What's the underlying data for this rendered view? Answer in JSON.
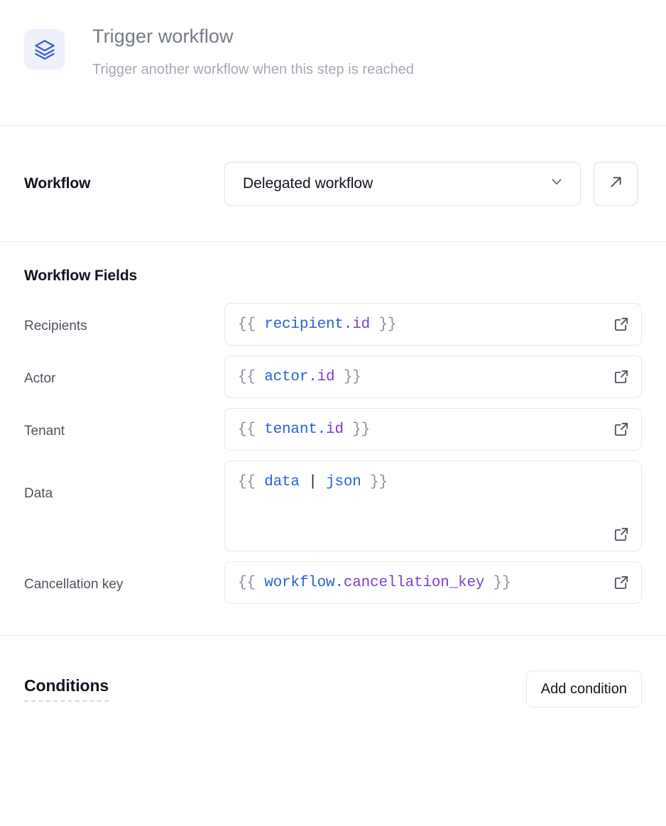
{
  "header": {
    "icon": "layers-icon",
    "icon_color": "#3b5bd4",
    "icon_bg": "#eef1fb",
    "title": "Trigger workflow",
    "subtitle": "Trigger another workflow when this step is reached"
  },
  "workflow_section": {
    "label": "Workflow",
    "select": {
      "value": "Delegated workflow",
      "chevron_icon": "chevron-down-icon"
    },
    "open_button_icon": "arrow-up-right-icon"
  },
  "fields_section": {
    "heading": "Workflow Fields",
    "fields": [
      {
        "label": "Recipients",
        "multiline": false,
        "expand_icon": "external-link-icon",
        "value": "{{ recipient.id }}",
        "tokens": [
          {
            "text": "{{ ",
            "kind": "brace"
          },
          {
            "text": "recipient",
            "kind": "var"
          },
          {
            "text": ".",
            "kind": "dot"
          },
          {
            "text": "id",
            "kind": "prop"
          },
          {
            "text": " }}",
            "kind": "brace"
          }
        ]
      },
      {
        "label": "Actor",
        "multiline": false,
        "expand_icon": "external-link-icon",
        "value": "{{ actor.id }}",
        "tokens": [
          {
            "text": "{{ ",
            "kind": "brace"
          },
          {
            "text": "actor",
            "kind": "var"
          },
          {
            "text": ".",
            "kind": "dot"
          },
          {
            "text": "id",
            "kind": "prop"
          },
          {
            "text": " }}",
            "kind": "brace"
          }
        ]
      },
      {
        "label": "Tenant",
        "multiline": false,
        "expand_icon": "external-link-icon",
        "value": "{{ tenant.id }}",
        "tokens": [
          {
            "text": "{{ ",
            "kind": "brace"
          },
          {
            "text": "tenant",
            "kind": "var"
          },
          {
            "text": ".",
            "kind": "dot"
          },
          {
            "text": "id",
            "kind": "prop"
          },
          {
            "text": " }}",
            "kind": "brace"
          }
        ]
      },
      {
        "label": "Data",
        "multiline": true,
        "expand_icon": "external-link-icon",
        "value": "{{ data | json }}",
        "tokens": [
          {
            "text": "{{ ",
            "kind": "brace"
          },
          {
            "text": "data",
            "kind": "var"
          },
          {
            "text": " | ",
            "kind": "pipe"
          },
          {
            "text": "json",
            "kind": "filter"
          },
          {
            "text": " }}",
            "kind": "brace"
          }
        ]
      },
      {
        "label": "Cancellation key",
        "multiline": false,
        "expand_icon": "external-link-icon",
        "value": "{{ workflow.cancellation_key }}",
        "tokens": [
          {
            "text": "{{ ",
            "kind": "brace"
          },
          {
            "text": "workflow",
            "kind": "var"
          },
          {
            "text": ".",
            "kind": "dot"
          },
          {
            "text": "cancellation_key",
            "kind": "prop"
          },
          {
            "text": " }}",
            "kind": "brace"
          }
        ]
      }
    ]
  },
  "conditions_section": {
    "heading": "Conditions",
    "add_button_label": "Add condition"
  },
  "colors": {
    "accent": "#3b5bd4",
    "token_variable": "#2563d9",
    "token_property": "#7b3fd1",
    "token_brace": "#8b909b",
    "border": "#e6e8ec",
    "divider": "#e8eaee",
    "text_primary": "#0f1420",
    "text_label": "#4c525e",
    "text_muted": "#737a87",
    "text_subtle": "#a3a9b4"
  }
}
